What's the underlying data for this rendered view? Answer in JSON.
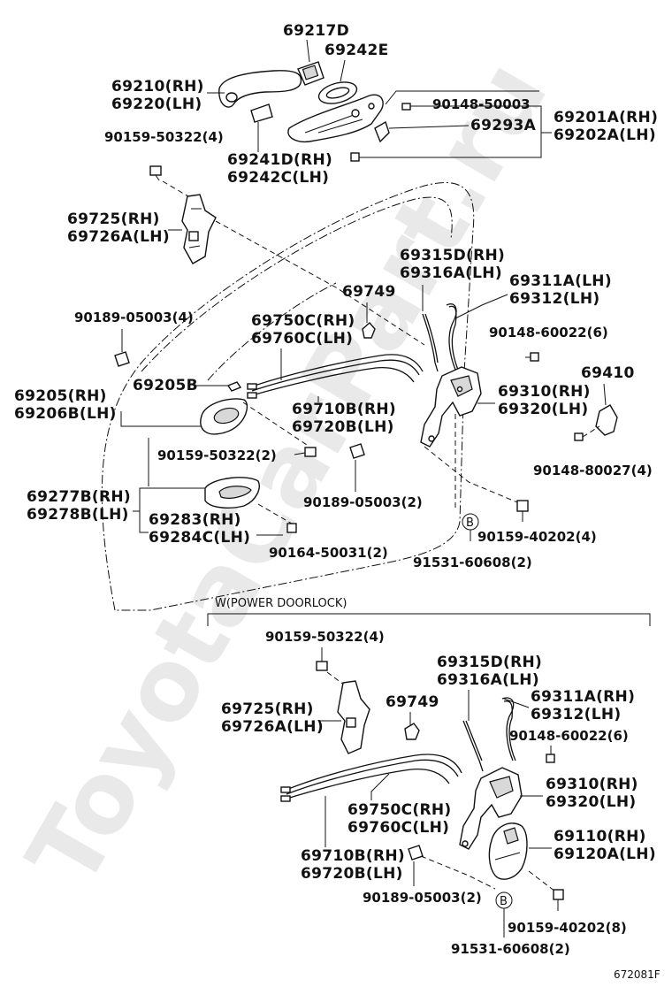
{
  "watermark": "ToyotaCarPart.ru",
  "section_note": "W(POWER DOORLOCK)",
  "figure_id": "672081F",
  "callout_b": "B",
  "upper_labels": {
    "p69217D": "69217D",
    "p69242E": "69242E",
    "p69210_69220": [
      "69210(RH)",
      "69220(LH)"
    ],
    "p90148_50003": "90148-50003",
    "p69293A": "69293A",
    "p69201A_69202A": [
      "69201A(RH)",
      "69202A(LH)"
    ],
    "p90159_50322_4": "90159-50322(4)",
    "p69241D_69242C": [
      "69241D(RH)",
      "69242C(LH)"
    ],
    "p69725_69726A": [
      "69725(RH)",
      "69726A(LH)"
    ],
    "p69315D_69316A": [
      "69315D(RH)",
      "69316A(LH)"
    ],
    "p69311A_69312": [
      "69311A(LH)",
      "69312(LH)"
    ],
    "p69749": "69749",
    "p90189_05003_4": "90189-05003(4)",
    "p69750C_69760C": [
      "69750C(RH)",
      "69760C(LH)"
    ],
    "p90148_60022_6": "90148-60022(6)",
    "p69410": "69410",
    "p69205_69206B": [
      "69205(RH)",
      "69206B(LH)"
    ],
    "p69205B": "69205B",
    "p69310_69320": [
      "69310(RH)",
      "69320(LH)"
    ],
    "p69710B_69720B": [
      "69710B(RH)",
      "69720B(LH)"
    ],
    "p90148_80027_4": "90148-80027(4)",
    "p90159_50322_2": "90159-50322(2)",
    "p69277B_69278B": [
      "69277B(RH)",
      "69278B(LH)"
    ],
    "p90189_05003_2": "90189-05003(2)",
    "p69283_69284C": [
      "69283(RH)",
      "69284C(LH)"
    ],
    "p90159_40202_4": "90159-40202(4)",
    "p90164_50031_2": "90164-50031(2)",
    "p91531_60608_2": "91531-60608(2)"
  },
  "lower_labels": {
    "p90159_50322_4": "90159-50322(4)",
    "p69315D_69316A": [
      "69315D(RH)",
      "69316A(LH)"
    ],
    "p69311A_69312": [
      "69311A(RH)",
      "69312(LH)"
    ],
    "p69725_69726A": [
      "69725(RH)",
      "69726A(LH)"
    ],
    "p69749": "69749",
    "p90148_60022_6": "90148-60022(6)",
    "p69310_69320": [
      "69310(RH)",
      "69320(LH)"
    ],
    "p69750C_69760C": [
      "69750C(RH)",
      "69760C(LH)"
    ],
    "p69110_69120A": [
      "69110(RH)",
      "69120A(LH)"
    ],
    "p69710B_69720B": [
      "69710B(RH)",
      "69720B(LH)"
    ],
    "p90189_05003_2": "90189-05003(2)",
    "p90159_40202_8": "90159-40202(8)",
    "p91531_60608_2": "91531-60608(2)"
  }
}
